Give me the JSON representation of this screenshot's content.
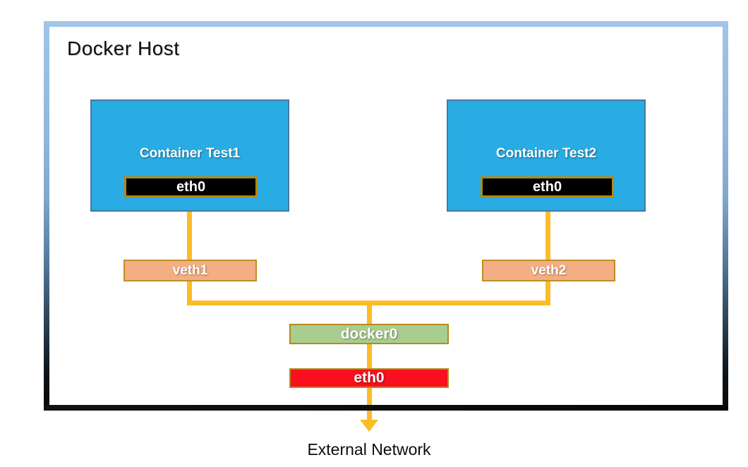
{
  "host": {
    "title": "Docker Host"
  },
  "containers": [
    {
      "name": "Container Test1",
      "interface": "eth0",
      "veth": "veth1"
    },
    {
      "name": "Container Test2",
      "interface": "eth0",
      "veth": "veth2"
    }
  ],
  "bridge": {
    "label": "docker0"
  },
  "host_interface": {
    "label": "eth0"
  },
  "external": {
    "label": "External Network"
  },
  "colors": {
    "container_fill": "#29ACE3",
    "container_border": "#4679A4",
    "interface_fill": "#000000",
    "interface_border": "#B8860B",
    "veth_fill": "#F3AE84",
    "veth_border": "#BE8F23",
    "bridge_fill": "#A8CD8F",
    "host_interface_fill": "#FA0F1E",
    "gold_border": "#B58A1E",
    "connector": "#FBBC26",
    "host_frame_top": "#9FC5E8",
    "host_frame_bottom": "#080808"
  }
}
